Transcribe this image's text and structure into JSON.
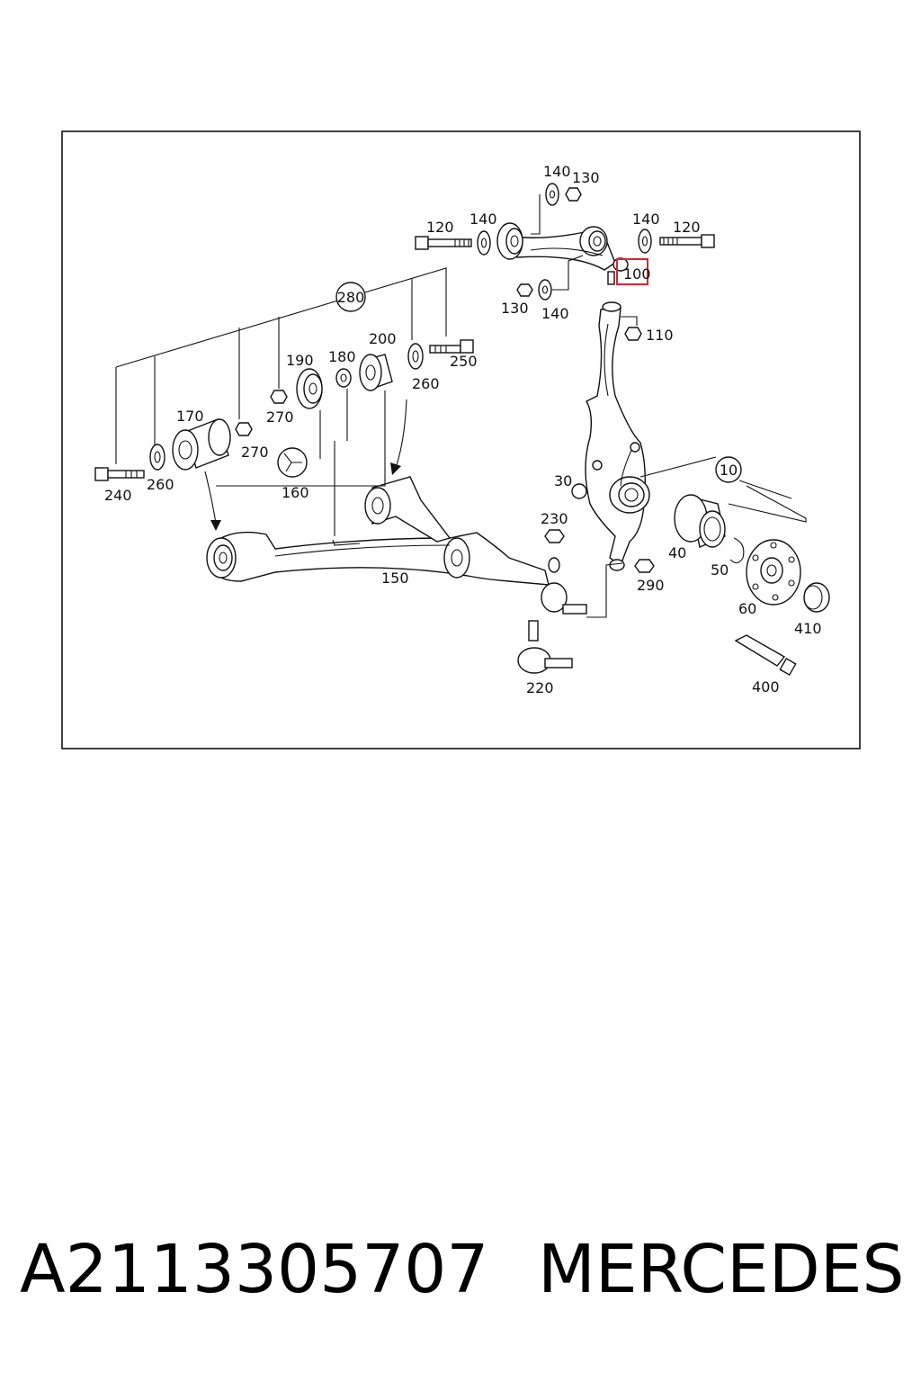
{
  "diagram": {
    "callouts": {
      "c10": "10",
      "c30": "30",
      "c40": "40",
      "c50": "50",
      "c60": "60",
      "c100": "100",
      "c110": "110",
      "c120a": "120",
      "c120b": "120",
      "c130a": "130",
      "c130b": "130",
      "c140a": "140",
      "c140b": "140",
      "c140c": "140",
      "c140d": "140",
      "c150": "150",
      "c160": "160",
      "c170": "170",
      "c180": "180",
      "c190": "190",
      "c200": "200",
      "c220": "220",
      "c230": "230",
      "c240": "240",
      "c250": "250",
      "c260a": "260",
      "c260b": "260",
      "c270a": "270",
      "c270b": "270",
      "c280": "280",
      "c290": "290",
      "c400": "400",
      "c410": "410"
    },
    "highlight_color": "#e0242c"
  },
  "caption": {
    "part_number": "A2113305707",
    "brand": "MERCEDES"
  }
}
